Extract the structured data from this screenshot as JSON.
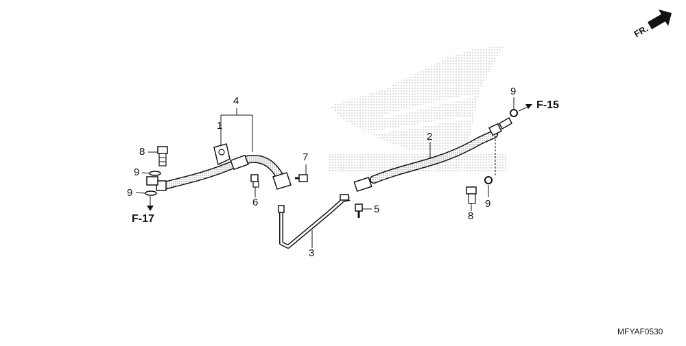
{
  "diagram": {
    "callouts": [
      "1",
      "2",
      "3",
      "4",
      "5",
      "6",
      "7",
      "8",
      "8",
      "9",
      "9",
      "9",
      "9"
    ],
    "refs": [
      "F-17",
      "F-15"
    ],
    "direction": "FR.",
    "code": "MFYAF0530"
  }
}
